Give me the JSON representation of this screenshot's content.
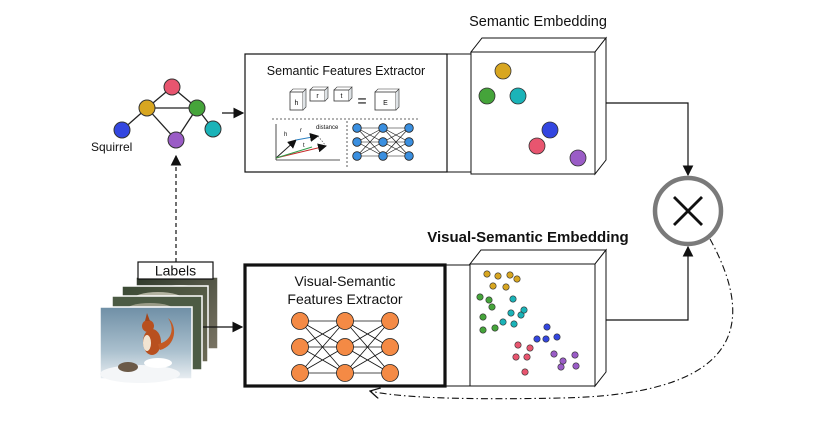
{
  "titles": {
    "semantic_embedding": "Semantic Embedding",
    "visual_semantic_embedding": "Visual-Semantic Embedding"
  },
  "graph": {
    "node_label": "Squirrel",
    "colors": {
      "pink": "#e8556f",
      "gold": "#d8a620",
      "green": "#45a43a",
      "blue": "#3346e0",
      "teal": "#1ab3b8",
      "purple": "#9a5cc6"
    }
  },
  "semantic_extractor": {
    "title": "Semantic Features Extractor",
    "eq_h": "h",
    "eq_r": "r",
    "eq_t": "t",
    "eq_equals": "=",
    "eq_E": "E",
    "plot_h": "h",
    "plot_r": "r",
    "plot_t": "t",
    "plot_distance": "distance"
  },
  "visual_extractor": {
    "title_line1": "Visual-Semantic",
    "title_line2": "Features Extractor",
    "neuron_color": "#f48a45"
  },
  "labels_tag": "Labels",
  "combine_icon": "multiply-icon"
}
